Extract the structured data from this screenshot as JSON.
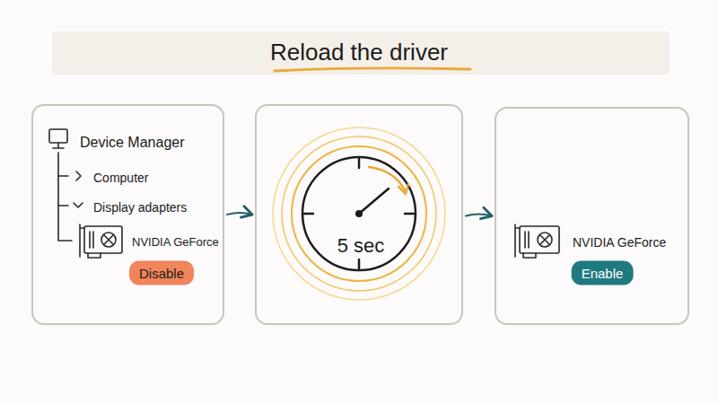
{
  "diagram": {
    "title": "Reload the driver",
    "nodes": [
      {
        "text": [
          "Device Manager",
          "Computer",
          "Display adapters",
          "NVIDIA GeForce"
        ]
      },
      {
        "text": [
          "Disable"
        ],
        "in": 0
      },
      {
        "text": [
          "5 sec"
        ]
      },
      {
        "text": [
          "NVIDIA GeForce"
        ]
      },
      {
        "text": [
          "Enable"
        ],
        "in": 3
      }
    ],
    "edges": [
      {
        "from": 0,
        "to": 2,
        "arrow": "to"
      },
      {
        "from": 2,
        "to": 3,
        "arrow": "to"
      }
    ]
  }
}
